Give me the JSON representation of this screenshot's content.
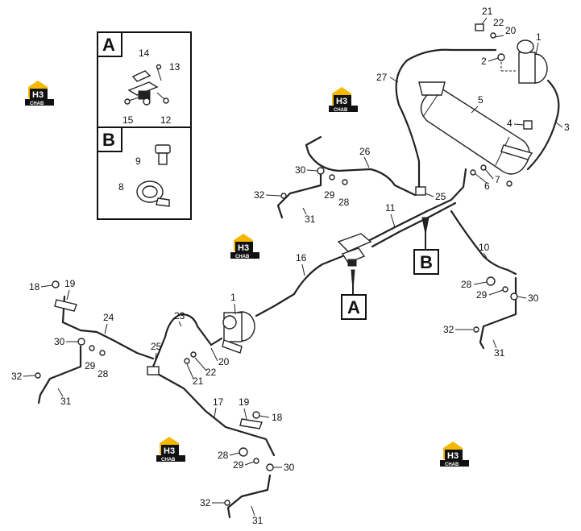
{
  "detail_panels": [
    {
      "letter": "A",
      "parts": [
        "14",
        "13",
        "15",
        "12"
      ]
    },
    {
      "letter": "B",
      "parts": [
        "9",
        "8"
      ]
    }
  ],
  "callouts": [
    "A",
    "B"
  ],
  "logos": [
    "H3",
    "CHAB"
  ],
  "part_labels": {
    "p1_top": "1",
    "p2": "2",
    "p3": "3",
    "p4": "4",
    "p5": "5",
    "p6": "6",
    "p7": "7",
    "p10": "10",
    "p11": "11",
    "p16": "16",
    "p1_mid": "1",
    "p17": "17",
    "p18a": "18",
    "p18b": "18",
    "p19a": "19",
    "p19b": "19",
    "p20a": "20",
    "p20b": "20",
    "p21a": "21",
    "p21b": "21",
    "p22a": "22",
    "p22b": "22",
    "p23": "23",
    "p24": "24",
    "p25a": "25",
    "p25b": "25",
    "p26": "26",
    "p27": "27",
    "p28a": "28",
    "p28b": "28",
    "p28c": "28",
    "p28d": "28",
    "p29a": "29",
    "p29b": "29",
    "p29c": "29",
    "p29d": "29",
    "p30a": "30",
    "p30b": "30",
    "p30c": "30",
    "p30d": "30",
    "p31a": "31",
    "p31b": "31",
    "p31c": "31",
    "p31d": "31",
    "p32a": "32",
    "p32b": "32",
    "p32c": "32",
    "p32d": "32"
  }
}
